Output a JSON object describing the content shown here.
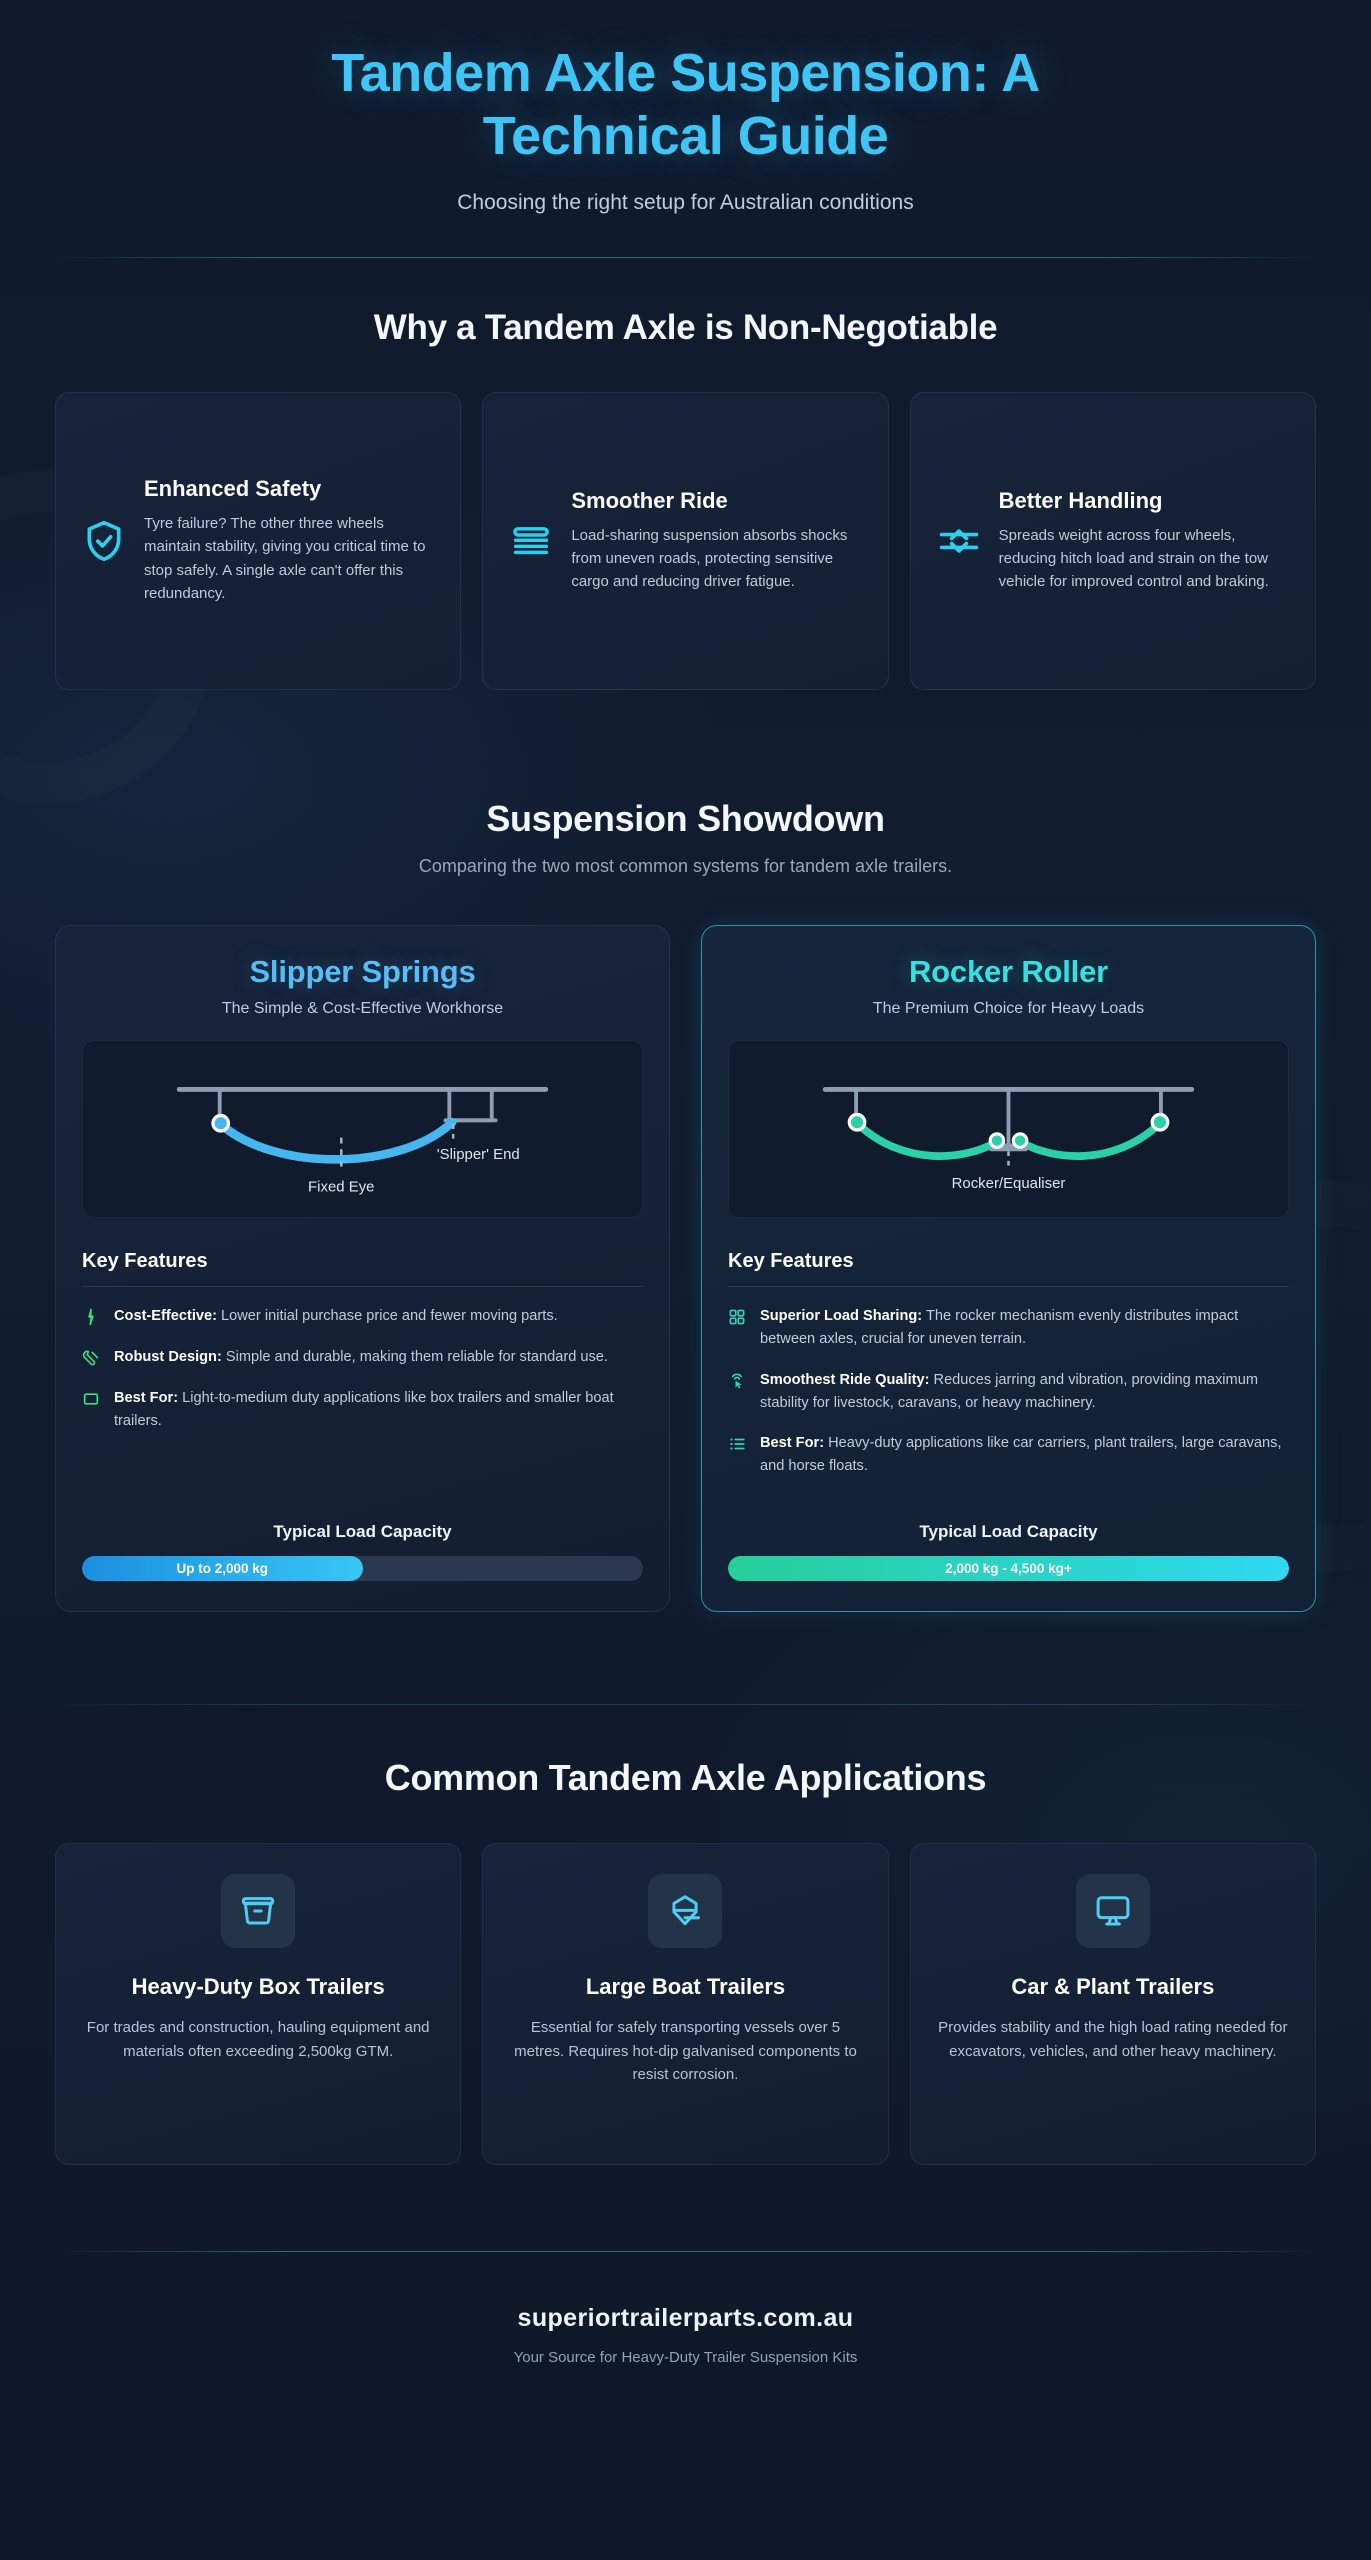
{
  "hero": {
    "title": "Tandem Axle Suspension: A Technical Guide",
    "subtitle": "Choosing the right setup for Australian conditions"
  },
  "benefits_section": {
    "heading": "Why a Tandem Axle is Non-Negotiable",
    "cards": [
      {
        "icon": "shield-check-icon",
        "title": "Enhanced Safety",
        "desc": "Tyre failure? The other three wheels maintain stability, giving you critical time to stop safely. A single axle can't offer this redundancy."
      },
      {
        "icon": "leaf-spring-stack-icon",
        "title": "Smoother Ride",
        "desc": "Load-sharing suspension absorbs shocks from uneven roads, protecting sensitive cargo and reducing driver fatigue."
      },
      {
        "icon": "weight-distribution-icon",
        "title": "Better Handling",
        "desc": "Spreads weight across four wheels, reducing hitch load and strain on the tow vehicle for improved control and braking."
      }
    ]
  },
  "showdown": {
    "heading": "Suspension Showdown",
    "subheading": "Comparing the two most common systems for tandem axle trailers.",
    "slipper": {
      "title": "Slipper Springs",
      "subtitle": "The Simple & Cost-Effective Workhorse",
      "accent": "#57bdf7",
      "diagram": {
        "label_left": "Fixed Eye",
        "label_right": "'Slipper' End"
      },
      "features_heading": "Key Features",
      "features": [
        {
          "icon": "zap-icon",
          "label": "Cost-Effective:",
          "text": " Lower initial purchase price and fewer moving parts."
        },
        {
          "icon": "wrench-icon",
          "label": "Robust Design:",
          "text": " Simple and durable, making them reliable for standard use."
        },
        {
          "icon": "box-outline-icon",
          "label": "Best For:",
          "text": " Light-to-medium duty applications like box trailers and smaller boat trailers."
        }
      ],
      "capacity_title": "Typical Load Capacity",
      "capacity_label": "Up to 2,000 kg",
      "capacity_percent": 50
    },
    "rocker": {
      "title": "Rocker Roller",
      "subtitle": "The Premium Choice for Heavy Loads",
      "accent": "#35e0e0",
      "diagram": {
        "label_center": "Rocker/Equaliser"
      },
      "features_heading": "Key Features",
      "features": [
        {
          "icon": "grid-four-icon",
          "label": "Superior Load Sharing:",
          "text": " The rocker mechanism evenly distributes impact between axles, crucial for uneven terrain."
        },
        {
          "icon": "cursor-click-icon",
          "label": "Smoothest Ride Quality:",
          "text": " Reduces jarring and vibration, providing maximum stability for livestock, caravans, or heavy machinery."
        },
        {
          "icon": "list-icon",
          "label": "Best For:",
          "text": " Heavy-duty applications like car carriers, plant trailers, large caravans, and horse floats."
        }
      ],
      "capacity_title": "Typical Load Capacity",
      "capacity_label": "2,000 kg - 4,500 kg+",
      "capacity_percent": 100
    }
  },
  "applications": {
    "heading": "Common Tandem Axle Applications",
    "cards": [
      {
        "icon": "box-trailer-icon",
        "title": "Heavy-Duty Box Trailers",
        "desc": "For trades and construction, hauling equipment and materials often exceeding 2,500kg GTM."
      },
      {
        "icon": "boat-icon",
        "title": "Large Boat Trailers",
        "desc": "Essential for safely transporting vessels over 5 metres. Requires hot-dip galvanised components to resist corrosion."
      },
      {
        "icon": "monitor-icon",
        "title": "Car & Plant Trailers",
        "desc": "Provides stability and the high load rating needed for excavators, vehicles, and other heavy machinery."
      }
    ]
  },
  "footer": {
    "brand": "superiortrailerparts.com.au",
    "tagline": "Your Source for Heavy-Duty Trailer Suspension Kits"
  },
  "colors": {
    "background": "#101a2c",
    "hero_accent": "#3fc5f5",
    "slipper_accent": "#57bdf7",
    "rocker_accent": "#35e0e0",
    "feature_green": "#3ddc7f",
    "feature_teal": "#2fd3b8",
    "app_icon": "#4ecdf5"
  }
}
